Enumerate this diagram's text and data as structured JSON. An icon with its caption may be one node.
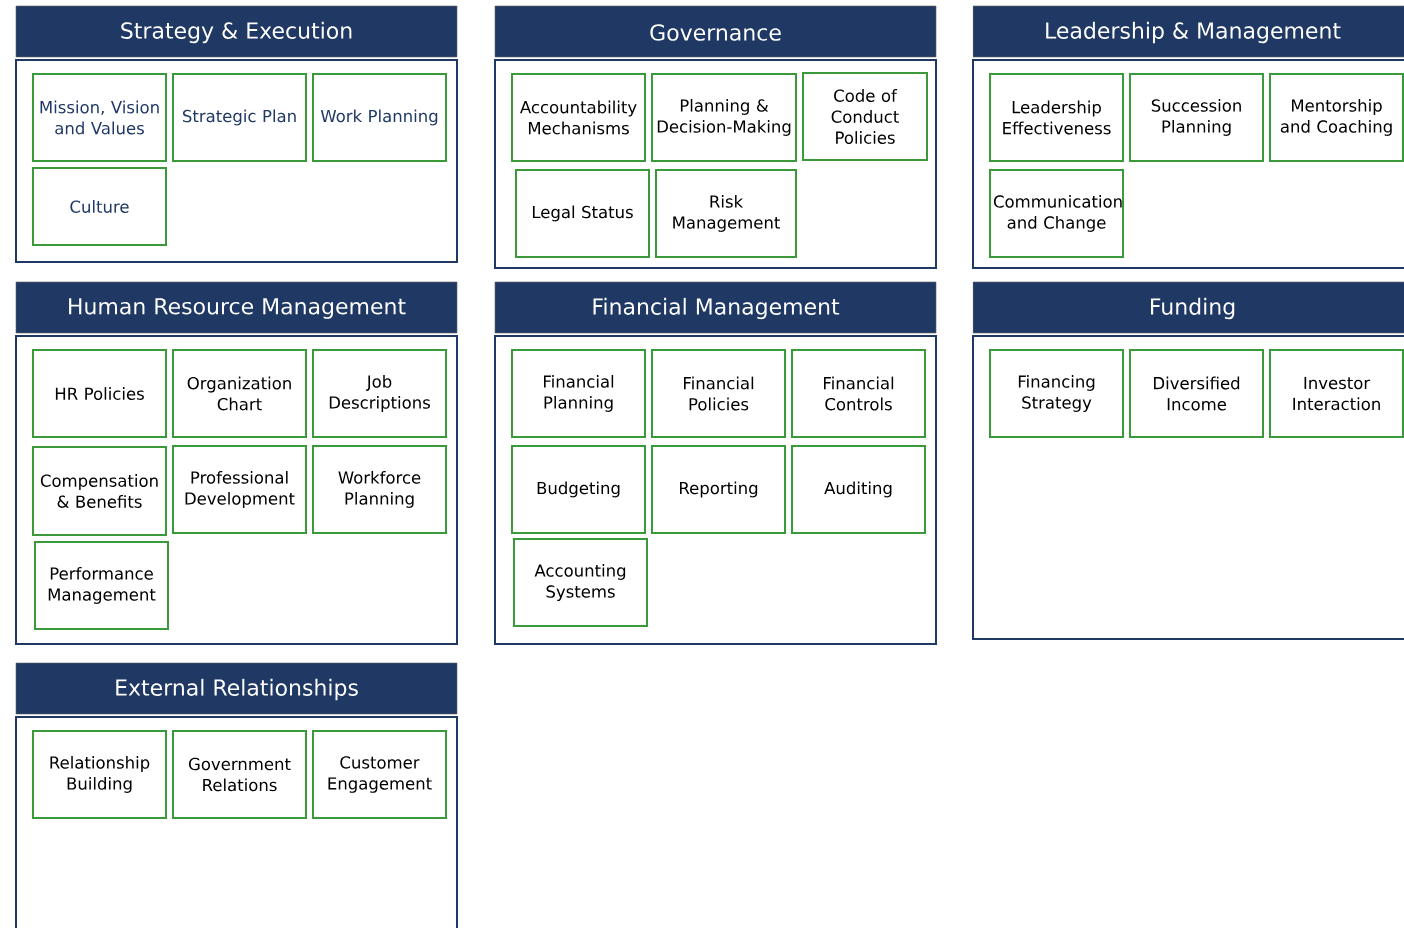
{
  "diagram": {
    "nodes": [
      {
        "text": [
          "Strategy & Execution"
        ]
      },
      {
        "text": [
          "Mission, Vision and Values"
        ],
        "in": 0
      },
      {
        "text": [
          "Strategic Plan"
        ],
        "in": 0
      },
      {
        "text": [
          "Work Planning"
        ],
        "in": 0
      },
      {
        "text": [
          "Culture"
        ],
        "in": 0
      },
      {
        "text": [
          "Governance"
        ]
      },
      {
        "text": [
          "Accountability Mechanisms"
        ],
        "in": 5
      },
      {
        "text": [
          "Planning & Decision-Making"
        ],
        "in": 5
      },
      {
        "text": [
          "Code of Conduct Policies"
        ],
        "in": 5
      },
      {
        "text": [
          "Legal Status"
        ],
        "in": 5
      },
      {
        "text": [
          "Risk Management"
        ],
        "in": 5
      },
      {
        "text": [
          "Leadership & Management"
        ]
      },
      {
        "text": [
          "Leadership Effectiveness"
        ],
        "in": 11
      },
      {
        "text": [
          "Succession Planning"
        ],
        "in": 11
      },
      {
        "text": [
          "Mentorship and Coaching"
        ],
        "in": 11
      },
      {
        "text": [
          "Communication and Change"
        ],
        "in": 11
      },
      {
        "text": [
          "Human Resource Management"
        ]
      },
      {
        "text": [
          "HR Policies"
        ],
        "in": 16
      },
      {
        "text": [
          "Organization Chart"
        ],
        "in": 16
      },
      {
        "text": [
          "Job Descriptions"
        ],
        "in": 16
      },
      {
        "text": [
          "Compensation & Benefits"
        ],
        "in": 16
      },
      {
        "text": [
          "Professional Development"
        ],
        "in": 16
      },
      {
        "text": [
          "Workforce Planning"
        ],
        "in": 16
      },
      {
        "text": [
          "Performance Management"
        ],
        "in": 16
      },
      {
        "text": [
          "Financial Management"
        ]
      },
      {
        "text": [
          "Financial Planning"
        ],
        "in": 24
      },
      {
        "text": [
          "Financial Policies"
        ],
        "in": 24
      },
      {
        "text": [
          "Financial Controls"
        ],
        "in": 24
      },
      {
        "text": [
          "Budgeting"
        ],
        "in": 24
      },
      {
        "text": [
          "Reporting"
        ],
        "in": 24
      },
      {
        "text": [
          "Auditing"
        ],
        "in": 24
      },
      {
        "text": [
          "Accounting Systems"
        ],
        "in": 24
      },
      {
        "text": [
          "Funding"
        ]
      },
      {
        "text": [
          "Financing Strategy"
        ],
        "in": 32
      },
      {
        "text": [
          "Diversified Income"
        ],
        "in": 32
      },
      {
        "text": [
          "Investor Interaction"
        ],
        "in": 32
      },
      {
        "text": [
          "External Relationships"
        ]
      },
      {
        "text": [
          "Relationship Building"
        ],
        "in": 36
      },
      {
        "text": [
          "Government Relations"
        ],
        "in": 36
      },
      {
        "text": [
          "Customer Engagement"
        ],
        "in": 36
      }
    ]
  }
}
